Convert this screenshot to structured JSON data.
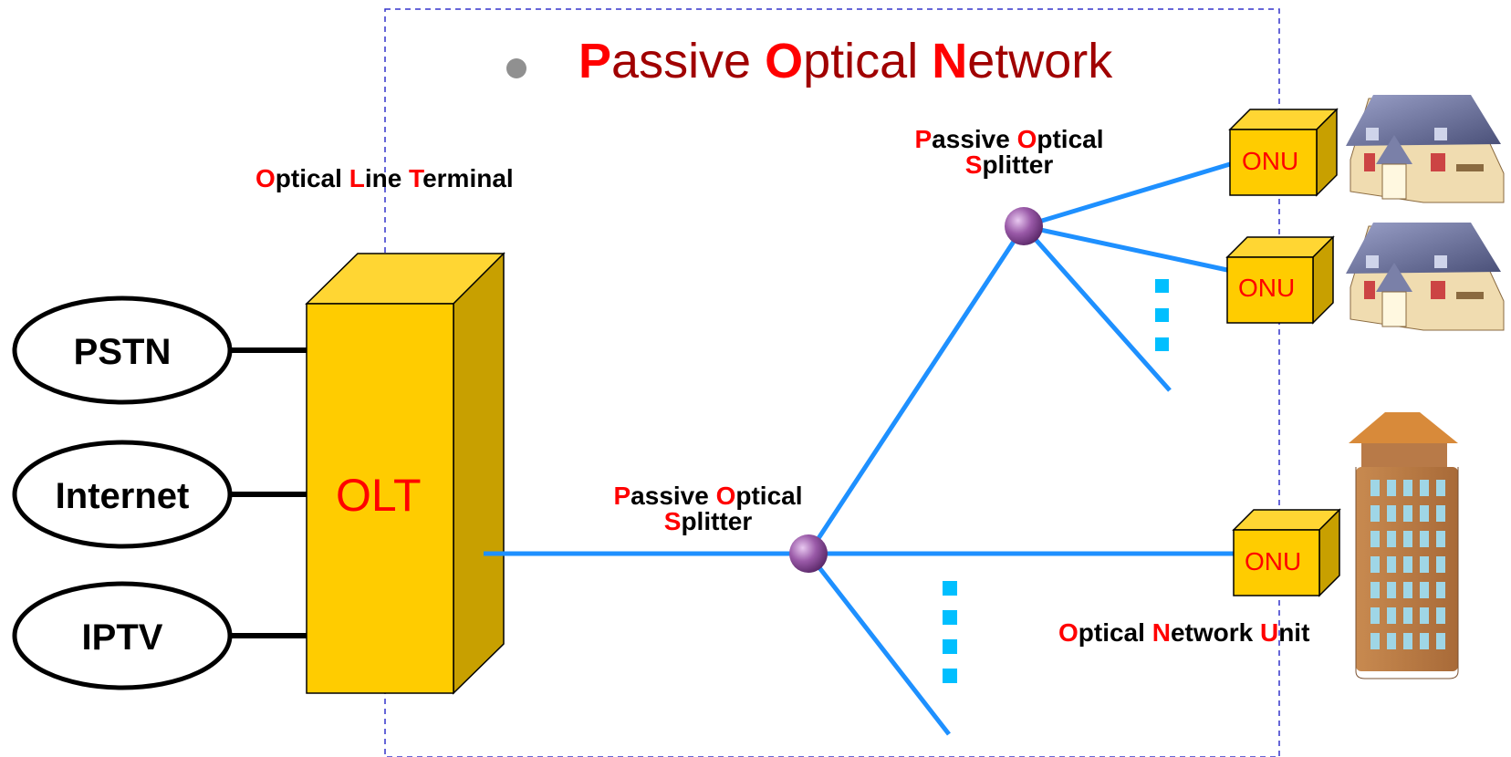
{
  "title": {
    "p": "P",
    "assive": "assive ",
    "o": "O",
    "ptical": "ptical ",
    "n": "N",
    "etwork": "etwork"
  },
  "services": [
    "PSTN",
    "Internet",
    "IPTV"
  ],
  "olt": {
    "label": "OLT",
    "caption": {
      "o": "O",
      "ptical": "ptical ",
      "l": "L",
      "ine": "ine ",
      "t": "T",
      "erminal": "erminal"
    }
  },
  "splitter_caption": {
    "p": "P",
    "assive": "assive ",
    "o": "O",
    "ptical": "ptical",
    "s": "S",
    "plitter": "plitter"
  },
  "onu": {
    "label": "ONU",
    "caption": {
      "o": "O",
      "ptical": "ptical ",
      "n": "N",
      "etwork": "etwork ",
      "u": "U",
      "nit": "nit"
    }
  },
  "colors": {
    "fiber": "#1e90ff",
    "box": "#ffcc00",
    "box_side": "#c8a000",
    "accent": "#ff0000",
    "dots": "#00bfff",
    "frame": "#3333cc"
  },
  "icons": [
    "house-icon",
    "house-icon",
    "office-building-icon",
    "splitter-node-icon"
  ]
}
